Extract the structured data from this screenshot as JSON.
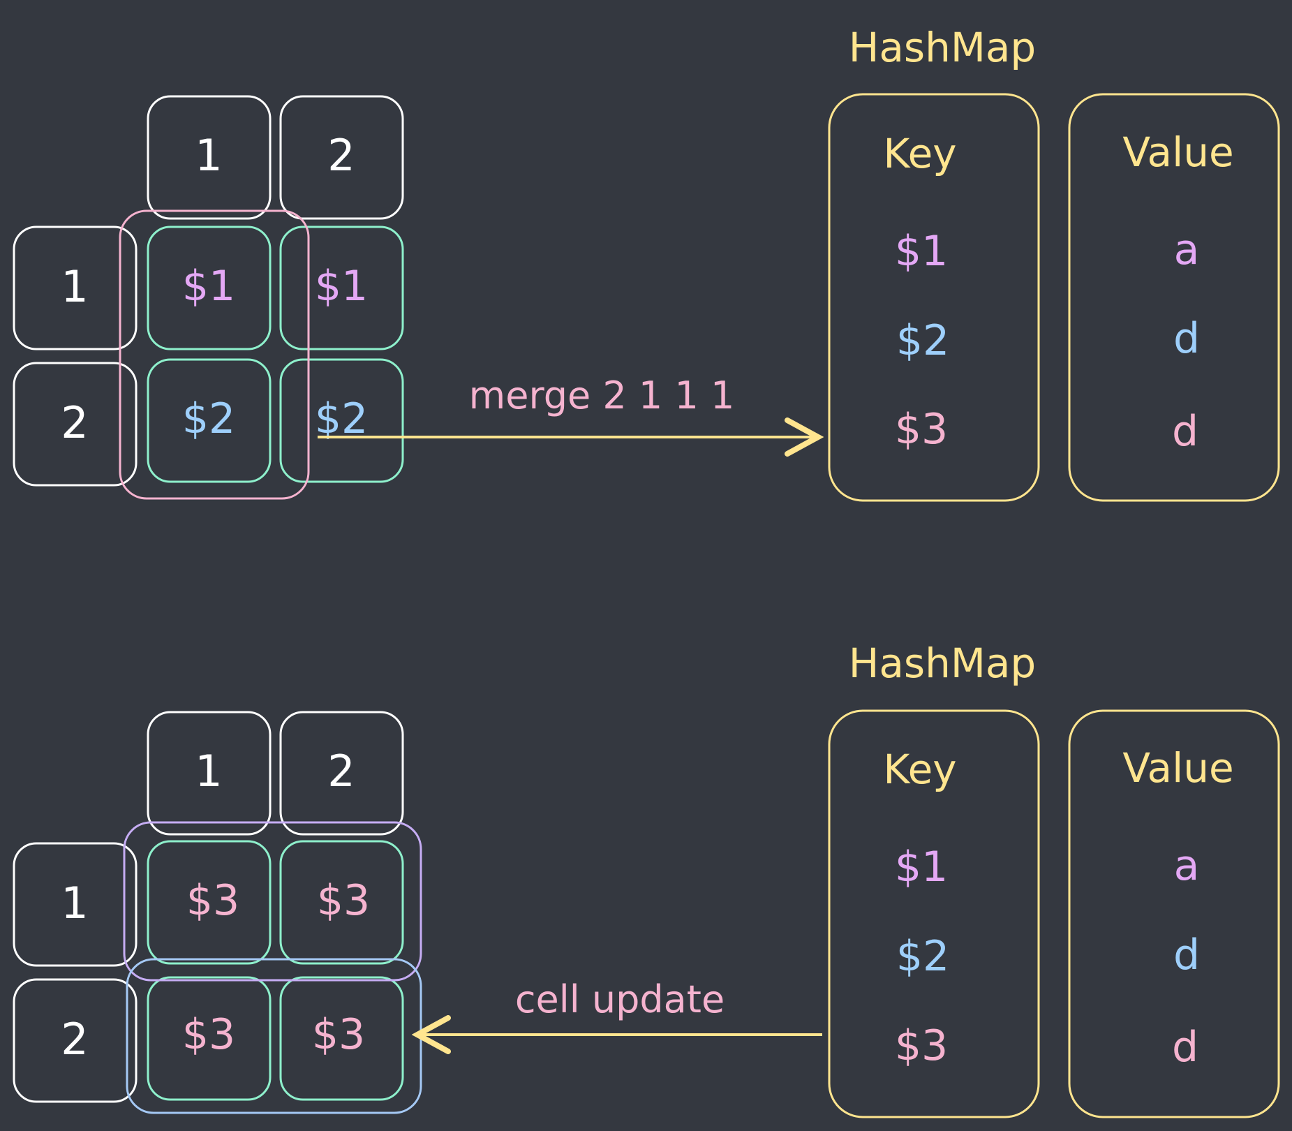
{
  "colors": {
    "background": "#343840",
    "white": "#ffffff",
    "yellow": "#ffe58f",
    "green": "#8ef0cc",
    "pink": "#f5b3cf",
    "purple": "#e4a8f5",
    "blue": "#9ecffb",
    "violet": "#c6adf4",
    "lightblue": "#a5c9f5"
  },
  "top": {
    "col_headers": [
      "1",
      "2"
    ],
    "row_headers": [
      "1",
      "2"
    ],
    "cells": [
      [
        "$1",
        "$1"
      ],
      [
        "$2",
        "$2"
      ]
    ],
    "operation_label": "merge 2 1 1 1",
    "hashmap_title": "HashMap",
    "key_header": "Key",
    "value_header": "Value",
    "keys": [
      "$1",
      "$2",
      "$3"
    ],
    "values": [
      "a",
      "d",
      "d"
    ]
  },
  "bottom": {
    "col_headers": [
      "1",
      "2"
    ],
    "row_headers": [
      "1",
      "2"
    ],
    "cells": [
      [
        "$3",
        "$3"
      ],
      [
        "$3",
        "$3"
      ]
    ],
    "operation_label": "cell update",
    "hashmap_title": "HashMap",
    "key_header": "Key",
    "value_header": "Value",
    "keys": [
      "$1",
      "$2",
      "$3"
    ],
    "values": [
      "a",
      "d",
      "d"
    ]
  }
}
